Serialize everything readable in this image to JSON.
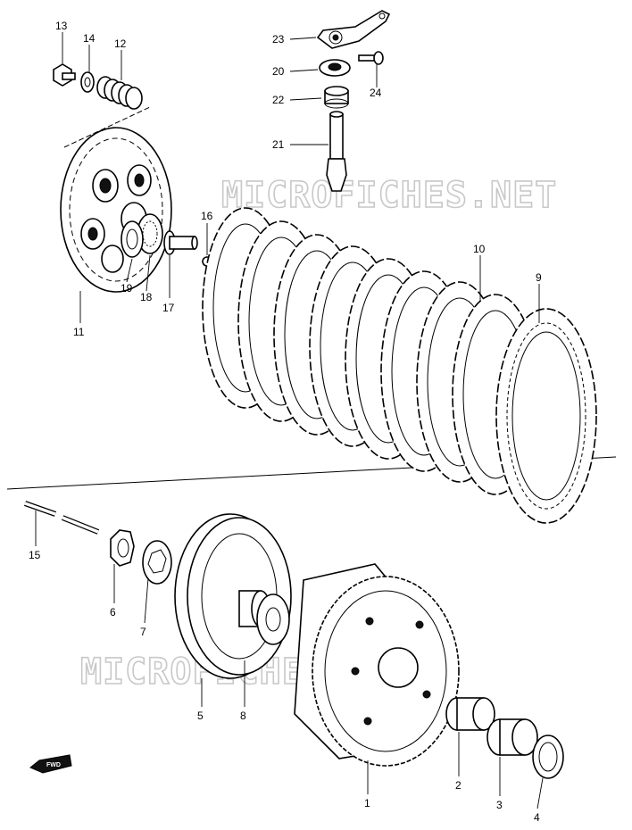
{
  "watermarks": [
    "MICROFICHES.NET",
    "MICROFICHES.NET"
  ],
  "fwd_badge": "FWD",
  "callouts": [
    {
      "id": "p13",
      "text": "13"
    },
    {
      "id": "p14",
      "text": "14"
    },
    {
      "id": "p12",
      "text": "12"
    },
    {
      "id": "p23",
      "text": "23"
    },
    {
      "id": "p20",
      "text": "20"
    },
    {
      "id": "p24",
      "text": "24"
    },
    {
      "id": "p22",
      "text": "22"
    },
    {
      "id": "p21",
      "text": "21"
    },
    {
      "id": "p16",
      "text": "16"
    },
    {
      "id": "p19",
      "text": "19"
    },
    {
      "id": "p18",
      "text": "18"
    },
    {
      "id": "p17",
      "text": "17"
    },
    {
      "id": "p11",
      "text": "11"
    },
    {
      "id": "p10",
      "text": "10"
    },
    {
      "id": "p9",
      "text": "9"
    },
    {
      "id": "p15",
      "text": "15"
    },
    {
      "id": "p6",
      "text": "6"
    },
    {
      "id": "p7",
      "text": "7"
    },
    {
      "id": "p5",
      "text": "5"
    },
    {
      "id": "p8",
      "text": "8"
    },
    {
      "id": "p1",
      "text": "1"
    },
    {
      "id": "p2",
      "text": "2"
    },
    {
      "id": "p3",
      "text": "3"
    },
    {
      "id": "p4",
      "text": "4"
    }
  ]
}
